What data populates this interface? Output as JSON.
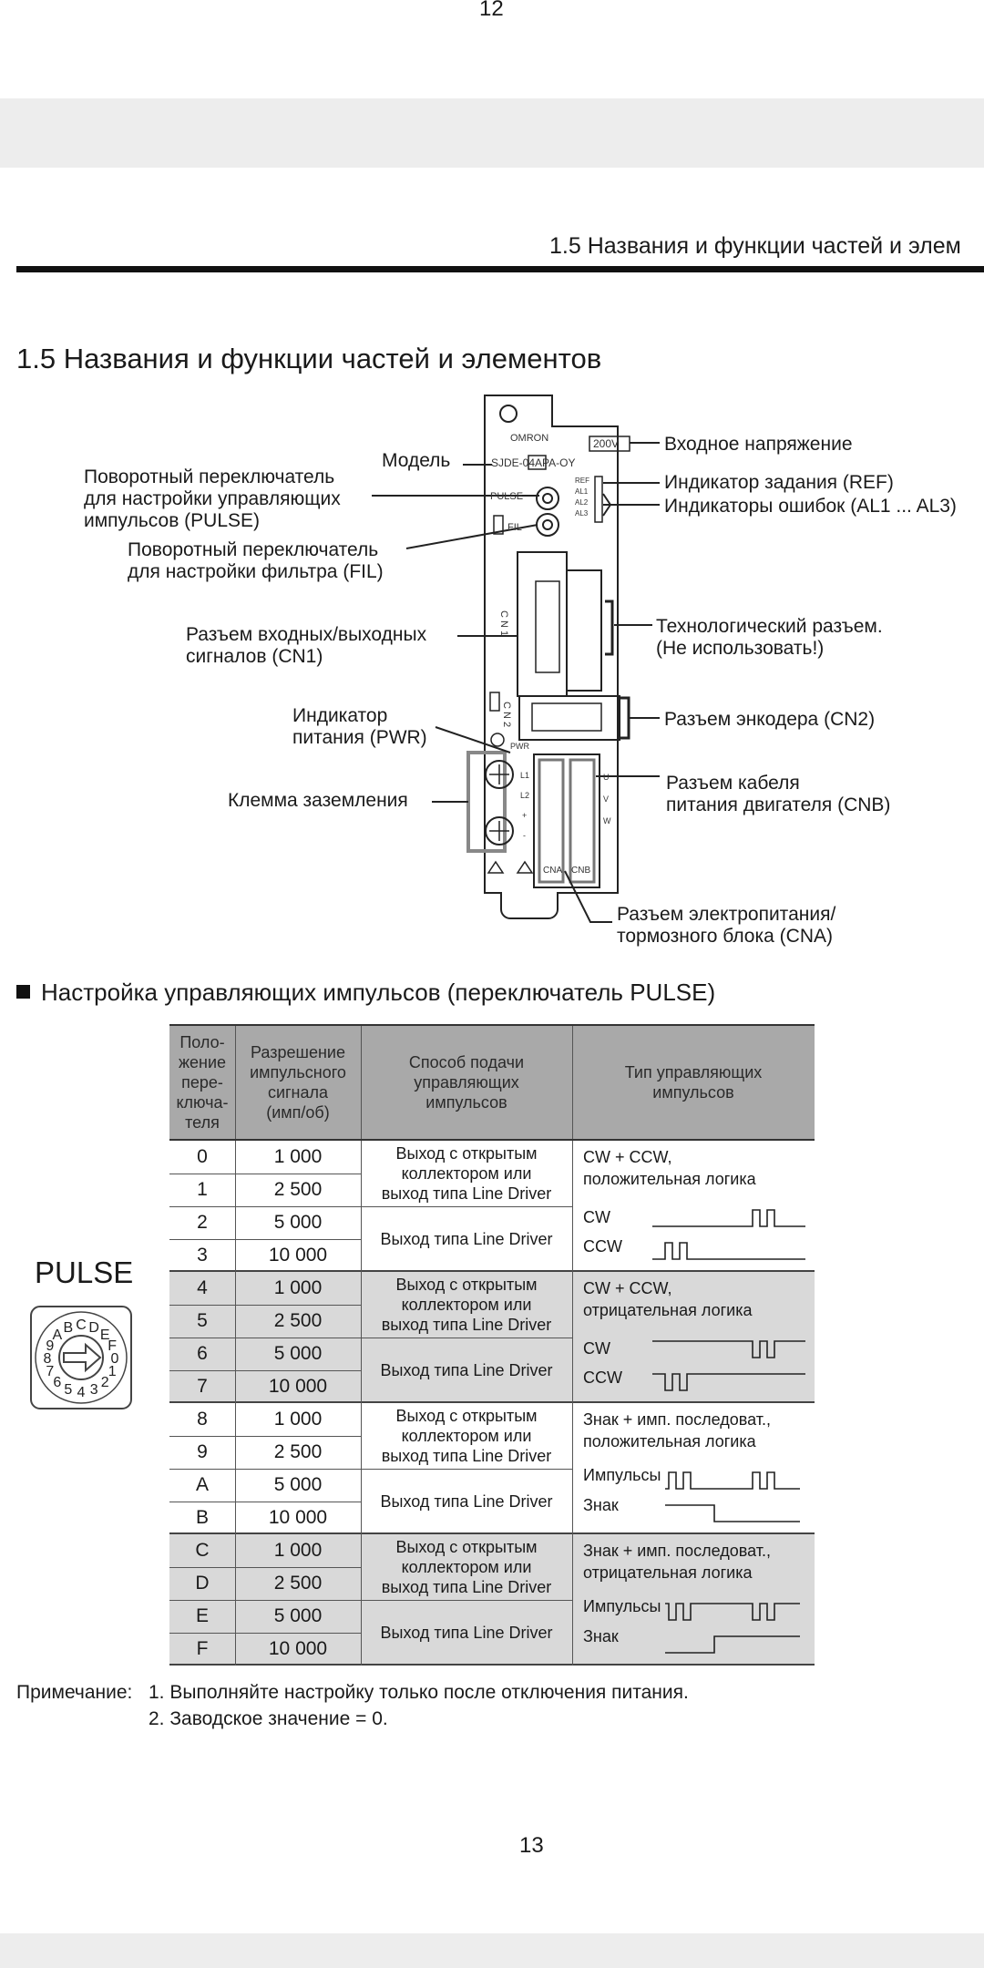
{
  "page": {
    "prev_page_number": "12",
    "page_number": "13",
    "running_header": "1.5  Названия и функции частей и элем",
    "section_title": "1.5  Названия и функции частей и элементов"
  },
  "device": {
    "brand": "OMRON",
    "model_code": "SJDE-04APA-OY",
    "voltage": "200V",
    "pulse_switch": "PULSE",
    "fil_switch": "FIL",
    "led_labels": [
      "REF",
      "AL1",
      "AL2",
      "AL3"
    ],
    "cn1": "C N 1",
    "cn2": "C N 2",
    "pwr": "PWR",
    "terminal_left": [
      "L1",
      "L2",
      "+",
      "-"
    ],
    "terminal_right": [
      "U",
      "V",
      "W"
    ],
    "bottom_labels": [
      "CNA",
      "CNB"
    ]
  },
  "callouts": {
    "model": "Модель",
    "pulse_switch": [
      "Поворотный переключатель",
      "для настройки управляющих",
      "импульсов (PULSE)"
    ],
    "fil_switch": [
      "Поворотный переключатель",
      "для настройки фильтра (FIL)"
    ],
    "cn1": [
      "Разъем входных/выходных",
      "сигналов (CN1)"
    ],
    "pwr_led": [
      "Индикатор",
      "питания (PWR)"
    ],
    "ground": "Клемма заземления",
    "input_voltage": "Входное напряжение",
    "ref_led": "Индикатор задания (REF)",
    "alarm_leds": "Индикаторы ошибок (AL1 ... AL3)",
    "tech_connector": [
      "Технологический разъем.",
      "(Не использовать!)"
    ],
    "cn2": "Разъем энкодера (CN2)",
    "cnb": [
      "Разъем кабеля",
      "питания двигателя (CNB)"
    ],
    "cna": [
      "Разъем электропитания/",
      "тормозного блока (CNA)"
    ]
  },
  "pulse_section": {
    "title": "Настройка управляющих импульсов (переключатель PULSE)",
    "switch_label": "PULSE",
    "dial_chars": "0123456789ABCDEF",
    "headers": [
      "Поло-\nжение\nпере-\nключа-\nтеля",
      "Разрешение\nимпульсного\nсигнала\n(имп/об)",
      "Способ подачи\nуправляющих\nимпульсов",
      "Тип управляющих\nимпульсов"
    ],
    "rows": [
      {
        "pos": "0",
        "res": "1 000"
      },
      {
        "pos": "1",
        "res": "2 500"
      },
      {
        "pos": "2",
        "res": "5 000"
      },
      {
        "pos": "3",
        "res": "10 000"
      },
      {
        "pos": "4",
        "res": "1 000"
      },
      {
        "pos": "5",
        "res": "2 500"
      },
      {
        "pos": "6",
        "res": "5 000"
      },
      {
        "pos": "7",
        "res": "10 000"
      },
      {
        "pos": "8",
        "res": "1 000"
      },
      {
        "pos": "9",
        "res": "2 500"
      },
      {
        "pos": "A",
        "res": "5 000"
      },
      {
        "pos": "B",
        "res": "10 000"
      },
      {
        "pos": "C",
        "res": "1 000"
      },
      {
        "pos": "D",
        "res": "2 500"
      },
      {
        "pos": "E",
        "res": "5 000"
      },
      {
        "pos": "F",
        "res": "10 000"
      }
    ],
    "method_oc": "Выход с открытым\nколлектором или\nвыход типа Line Driver",
    "method_ld": "Выход типа Line Driver",
    "types": [
      {
        "title": "CW + CCW,\nположительная логика",
        "sig1": "CW",
        "sig2": "CCW"
      },
      {
        "title": "CW + CCW,\nотрицательная логика",
        "sig1": "CW",
        "sig2": "CCW"
      },
      {
        "title": "Знак + имп. последоват.,\nположительная логика",
        "sig1": "Импульсы",
        "sig2": "Знак"
      },
      {
        "title": "Знак + имп. последоват.,\nотрицательная логика",
        "sig1": "Импульсы",
        "sig2": "Знак"
      }
    ]
  },
  "notes": {
    "prefix": "Примечание:",
    "items": [
      "1.  Выполняйте настройку только после отключения питания.",
      "2.  Заводское значение = 0."
    ]
  }
}
